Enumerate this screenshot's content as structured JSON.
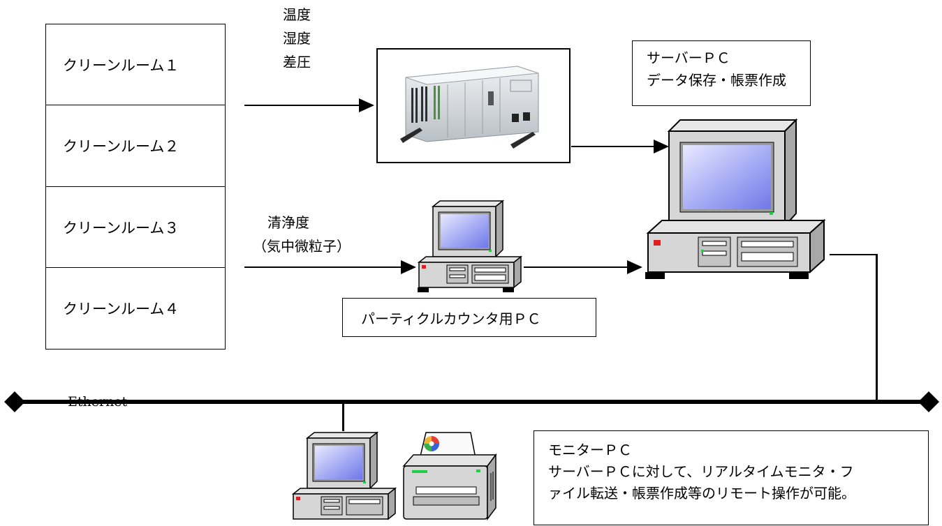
{
  "rooms": [
    "クリーンルーム１",
    "クリーンルーム２",
    "クリーンルーム３",
    "クリーンルーム４"
  ],
  "sensor_labels": [
    "温度",
    "湿度",
    "差圧"
  ],
  "particle_labels": [
    "清浄度",
    "（気中微粒子）"
  ],
  "server_box": {
    "line1": "サーバーＰＣ",
    "line2": "データ保存・帳票作成"
  },
  "particle_pc_label": "パーティクルカウンタ用ＰＣ",
  "network_label": "Ethernet",
  "monitor_box": {
    "line1": "モニターＰＣ",
    "line2": "サーバーＰＣに対して、リアルタイムモニタ・フ",
    "line3": "ァイル転送・帳票作成等のリモート操作が可能。"
  },
  "colors": {
    "screen_top": "#c8ccff",
    "screen_bottom": "#6f78e8",
    "case": "#d6d6d6",
    "led_green": "#22cc44",
    "led_red": "#e02020"
  },
  "icons": [
    "plc-unit-image",
    "server-pc-icon",
    "particle-counter-pc-icon",
    "monitor-pc-icon",
    "printer-icon"
  ]
}
